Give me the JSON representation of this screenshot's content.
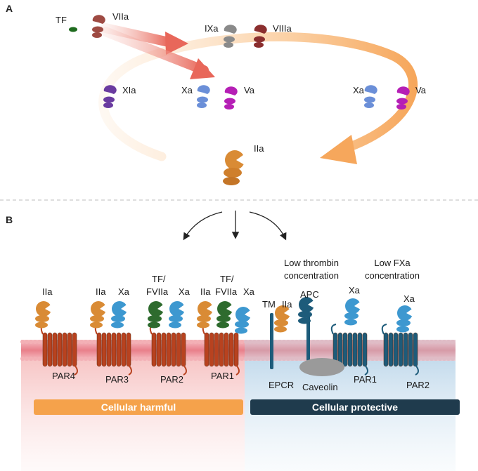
{
  "panel_a": {
    "letter": "A",
    "labels": {
      "tf": "TF",
      "viia": "VIIa",
      "ixa": "IXa",
      "viiia": "VIIIa",
      "xia": "XIa",
      "xa_left": "Xa",
      "va_left": "Va",
      "xa_right": "Xa",
      "va_right": "Va",
      "iia": "IIa"
    }
  },
  "panel_b": {
    "letter": "B",
    "low_thrombin": [
      "Low thrombin",
      "concentration"
    ],
    "low_fxa": [
      "Low FXa",
      "concentration"
    ],
    "ligands": {
      "par4_iia": "IIa",
      "par3_iia": "IIa",
      "par3_xa": "Xa",
      "par2_tf_line1": "TF/",
      "par2_tf_line2": "FVIIa",
      "par2_xa": "Xa",
      "par1_iia": "IIa",
      "par1_tf_line1": "TF/",
      "par1_tf_line2": "FVIIa",
      "par1_xa": "Xa",
      "tm": "TM",
      "tm_iia": "IIa",
      "apc": "APC",
      "prot_par1_xa": "Xa",
      "prot_par2_xa": "Xa"
    },
    "receptors": {
      "par4": "PAR4",
      "par3": "PAR3",
      "par2": "PAR2",
      "par1": "PAR1",
      "epcr": "EPCR",
      "caveolin": "Caveolin",
      "prot_par1": "PAR1",
      "prot_par2": "PAR2"
    },
    "bars": {
      "harmful": "Cellular harmful",
      "protective": "Cellular protective"
    }
  },
  "colors": {
    "harmful_bar": "#f5a24b",
    "protective_bar": "#1f3b4d",
    "membrane": "#f2a0a6",
    "receptor_harmful": "#b8421f",
    "receptor_protective": "#1d5b7a",
    "thrombin": "#d98b35",
    "fxa": "#3d98d0",
    "tf_fviia": "#2e6b2e",
    "arrow_orange": "#f6b06a"
  }
}
